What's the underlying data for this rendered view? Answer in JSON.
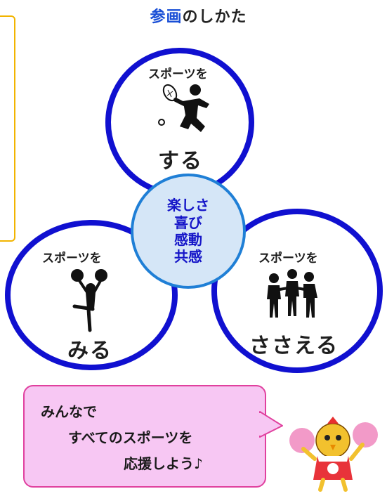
{
  "title": {
    "accent": "参画",
    "rest": "のしかた"
  },
  "circles": {
    "do": {
      "top": "スポーツを",
      "bottom": "する",
      "icon": "tennis-player-icon"
    },
    "see": {
      "top": "スポーツを",
      "bottom": "みる",
      "icon": "cheerleader-icon"
    },
    "support": {
      "top": "スポーツを",
      "bottom": "ささえる",
      "icon": "team-support-icon"
    }
  },
  "center": {
    "lines": [
      "楽しさ",
      "喜び",
      "感動",
      "共感"
    ]
  },
  "bubble": {
    "lines": [
      "みんなで",
      "すべてのスポーツを",
      "応援しよう♪"
    ]
  },
  "colors": {
    "circle_border": "#1010d0",
    "center_fill": "#d5e6f7",
    "center_border": "#1f7fd6",
    "accent_text": "#1a4fd6",
    "bubble_fill": "#f7c7f3",
    "bubble_border": "#e0409e",
    "side_box_border": "#f2b400"
  },
  "mascot": {
    "icon": "cheering-bird-mascot-icon"
  }
}
